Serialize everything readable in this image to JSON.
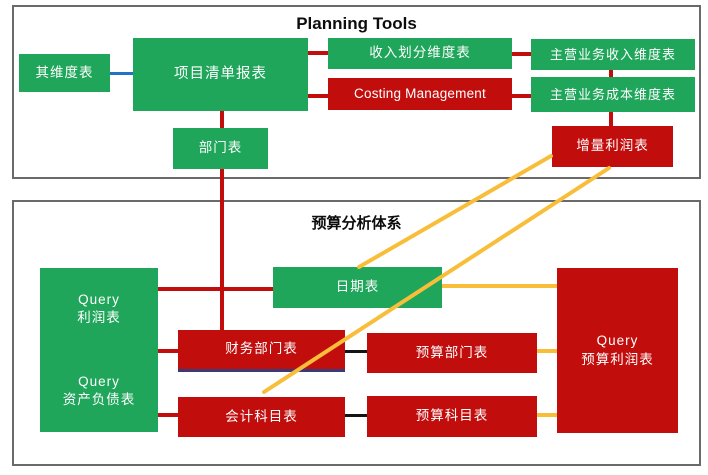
{
  "diagram": {
    "sections": [
      {
        "id": "planning",
        "title": "Planning Tools"
      },
      {
        "id": "budget",
        "title": "预算分析体系"
      }
    ],
    "nodes": {
      "qita_dim": {
        "label": "其维度表",
        "color": "green"
      },
      "project_list": {
        "label": "项目清单报表",
        "color": "green"
      },
      "revenue_split_dim": {
        "label": "收入划分维度表",
        "color": "green"
      },
      "costing_mgmt": {
        "label": "Costing Management",
        "color": "red"
      },
      "main_revenue_dim": {
        "label": "主营业务收入维度表",
        "color": "green"
      },
      "main_cost_dim": {
        "label": "主营业务成本维度表",
        "color": "green"
      },
      "dept_table": {
        "label": "部门表",
        "color": "green"
      },
      "incremental_profit": {
        "label": "增量利润表",
        "color": "red"
      },
      "query_profit": {
        "label": "Query\n利润表",
        "color": "green"
      },
      "query_balance": {
        "label": "Query\n资产负债表",
        "color": "green"
      },
      "date_table": {
        "label": "日期表",
        "color": "green"
      },
      "finance_dept": {
        "label": "财务部门表",
        "color": "red"
      },
      "account_subject": {
        "label": "会计科目表",
        "color": "red"
      },
      "budget_dept": {
        "label": "预算部门表",
        "color": "red"
      },
      "budget_subject": {
        "label": "预算科目表",
        "color": "red"
      },
      "query_budget_profit": {
        "label": "Query\n预算利润表",
        "color": "red"
      }
    },
    "edges": [
      {
        "from": "其维度表",
        "to": "项目清单报表",
        "color": "blue"
      },
      {
        "from": "项目清单报表",
        "to": "收入划分维度表",
        "color": "red"
      },
      {
        "from": "项目清单报表",
        "to": "Costing Management",
        "color": "red"
      },
      {
        "from": "收入划分维度表",
        "to": "主营业务收入维度表",
        "color": "red"
      },
      {
        "from": "Costing Management",
        "to": "主营业务成本维度表",
        "color": "red"
      },
      {
        "from": "主营业务收入维度表",
        "to": "主营业务成本维度表",
        "color": "red"
      },
      {
        "from": "主营业务成本维度表",
        "to": "增量利润表",
        "color": "red"
      },
      {
        "from": "项目清单报表",
        "to": "部门表",
        "color": "red"
      },
      {
        "from": "部门表",
        "to": "财务部门表",
        "color": "red"
      },
      {
        "from": "Query利润表",
        "to": "日期表",
        "color": "red"
      },
      {
        "from": "Query资产负债表",
        "to": "财务部门表",
        "color": "red"
      },
      {
        "from": "Query资产负债表",
        "to": "会计科目表",
        "color": "red"
      },
      {
        "from": "财务部门表",
        "to": "预算部门表",
        "color": "black"
      },
      {
        "from": "会计科目表",
        "to": "预算科目表",
        "color": "black"
      },
      {
        "from": "增量利润表",
        "to": "日期表",
        "color": "gold"
      },
      {
        "from": "增量利润表",
        "to": "会计科目表",
        "color": "gold"
      },
      {
        "from": "日期表",
        "to": "Query预算利润表",
        "color": "gold"
      },
      {
        "from": "预算部门表",
        "to": "Query预算利润表",
        "color": "gold"
      },
      {
        "from": "预算科目表",
        "to": "Query预算利润表",
        "color": "gold"
      }
    ],
    "colors": {
      "green": "#1FA65A",
      "red": "#C20D0D",
      "gold": "#F8BE3A",
      "blue": "#2272C8",
      "black": "#141414",
      "navy": "#3A3A78",
      "border_gray": "#6A6A6A"
    }
  }
}
